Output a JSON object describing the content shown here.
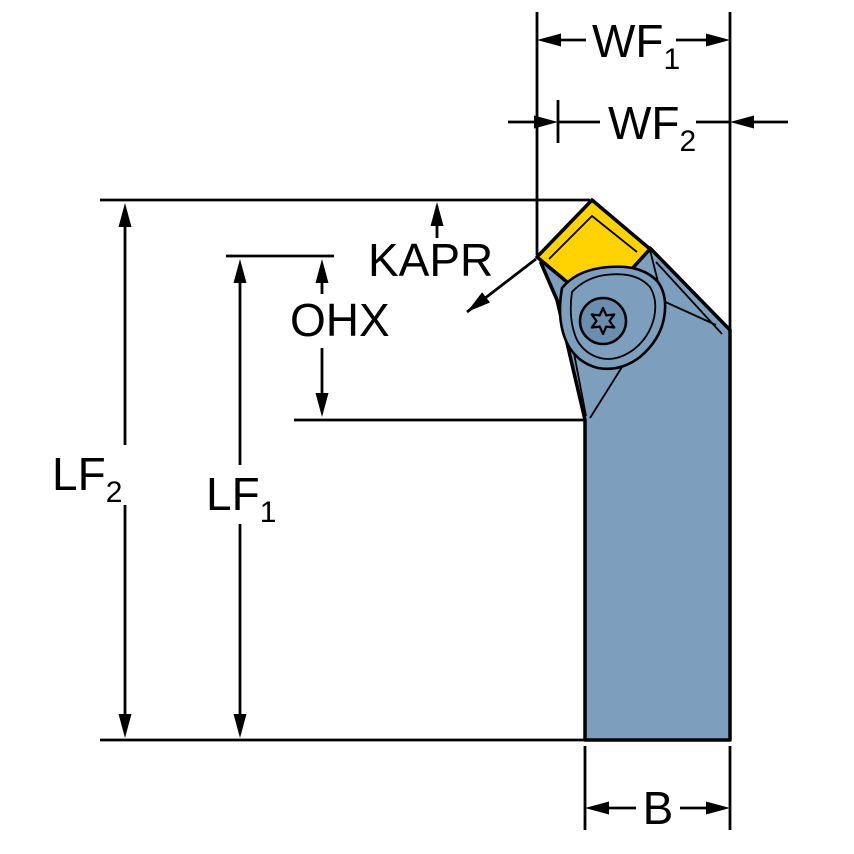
{
  "figure": {
    "type": "technical-dimension-diagram",
    "subject": "lathe turning tool holder with diamond insert and clamp screw",
    "colors": {
      "body": "#7E9EBD",
      "screw": "#6C8EAE",
      "insert": "#FFD200",
      "line": "#000000",
      "background": "#FFFFFF"
    },
    "labels": {
      "wf1": {
        "main": "WF",
        "sub": "1"
      },
      "wf2": {
        "main": "WF",
        "sub": "2"
      },
      "kapr": {
        "main": "KAPR",
        "sub": ""
      },
      "ohx": {
        "main": "OHX",
        "sub": ""
      },
      "lf2": {
        "main": "LF",
        "sub": "2"
      },
      "lf1": {
        "main": "LF",
        "sub": "1"
      },
      "b": {
        "main": "B",
        "sub": ""
      }
    }
  }
}
